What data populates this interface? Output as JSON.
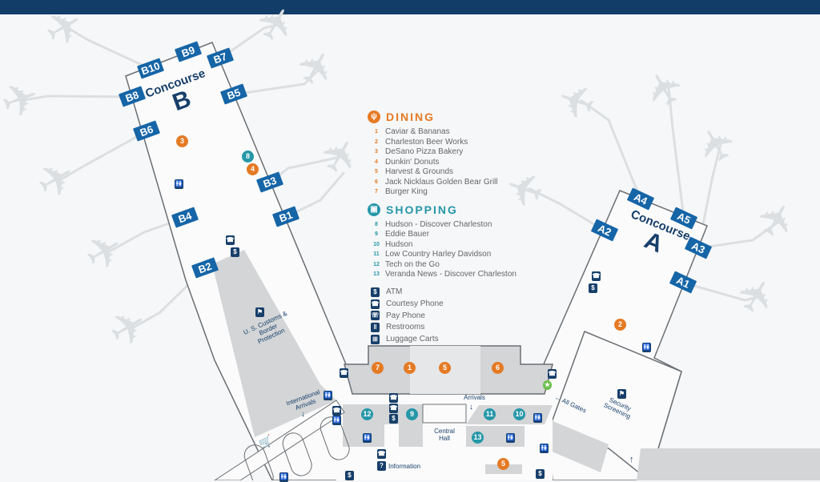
{
  "concourses": {
    "b": {
      "word": "Concourse",
      "letter": "B"
    },
    "a": {
      "word": "Concourse",
      "letter": "A"
    }
  },
  "gates": [
    "B10",
    "B9",
    "B7",
    "B8",
    "B5",
    "B6",
    "B3",
    "B4",
    "B1",
    "B2",
    "A4",
    "A5",
    "A2",
    "A3",
    "A1"
  ],
  "legend": {
    "dining": {
      "title": "DINING",
      "color": "#e57a24",
      "items": [
        {
          "n": "1",
          "name": "Caviar & Bananas"
        },
        {
          "n": "2",
          "name": "Charleston Beer Works"
        },
        {
          "n": "3",
          "name": "DeSano Pizza Bakery"
        },
        {
          "n": "4",
          "name": "Dunkin' Donuts"
        },
        {
          "n": "5",
          "name": "Harvest & Grounds"
        },
        {
          "n": "6",
          "name": "Jack Nicklaus Golden Bear Grill"
        },
        {
          "n": "7",
          "name": "Burger King"
        }
      ]
    },
    "shopping": {
      "title": "SHOPPING",
      "color": "#2597a8",
      "items": [
        {
          "n": "8",
          "name": "Hudson - Discover Charleston"
        },
        {
          "n": "9",
          "name": "Eddie Bauer"
        },
        {
          "n": "10",
          "name": "Hudson"
        },
        {
          "n": "11",
          "name": "Low Country Harley Davidson"
        },
        {
          "n": "12",
          "name": "Tech on the Go"
        },
        {
          "n": "13",
          "name": "Veranda News - Discover Charleston"
        }
      ]
    },
    "amenities": [
      {
        "icon": "atm-icon",
        "label": "ATM"
      },
      {
        "icon": "courtesy-phone-icon",
        "label": "Courtesy Phone"
      },
      {
        "icon": "pay-phone-icon",
        "label": "Pay Phone"
      },
      {
        "icon": "restroom-icon",
        "label": "Restrooms"
      },
      {
        "icon": "luggage-cart-icon",
        "label": "Luggage Carts"
      }
    ]
  },
  "markers": {
    "m3": "3",
    "m4": "4",
    "m8": "8",
    "m7": "7",
    "m1": "1",
    "m5": "5",
    "m6": "6",
    "m2": "2",
    "m5b": "5",
    "m12": "12",
    "m9": "9",
    "m11": "11",
    "m10": "10",
    "m13": "13"
  },
  "labels": {
    "customs": "U. S. Customs & Border Protection",
    "intl": "International Arrivals",
    "arrivals": "Arrivals",
    "central": "Central Hall",
    "allgates": "All Gates",
    "security": "Security Screening",
    "information": "Information"
  },
  "colors": {
    "header": "#123d68",
    "gate": "#1565a7",
    "dining": "#e57a24",
    "shopping": "#2597a8",
    "icon": "#173f6a"
  }
}
